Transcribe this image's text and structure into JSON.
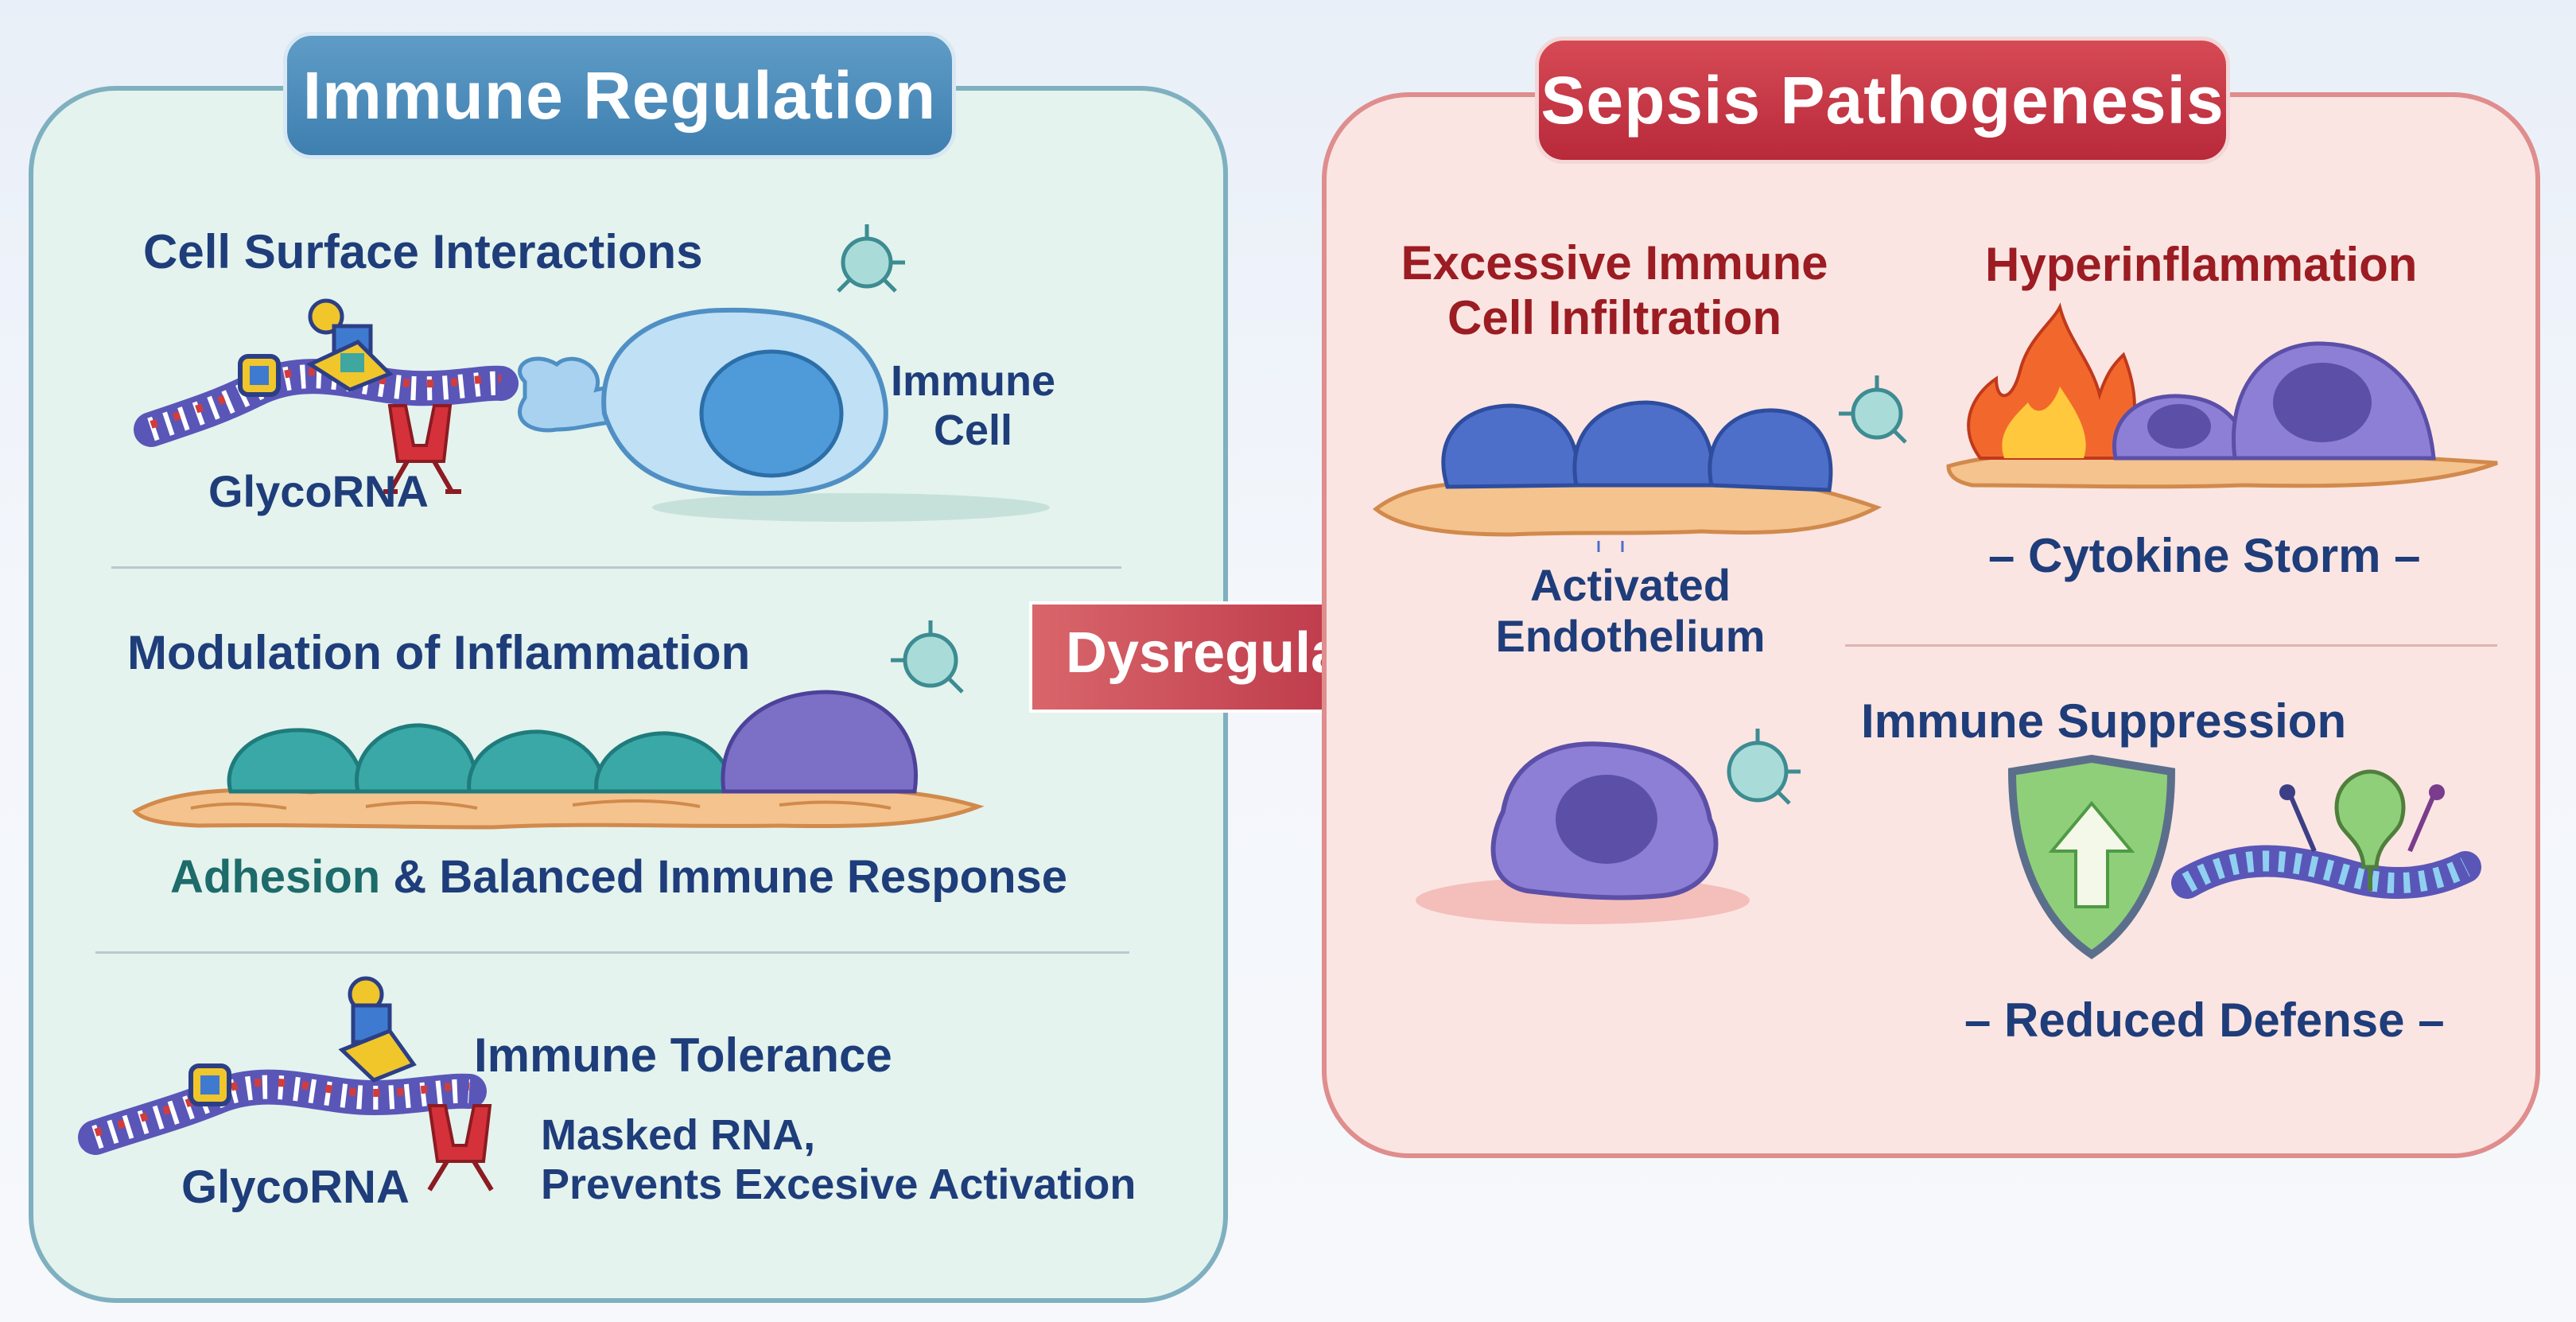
{
  "left_panel": {
    "title": "Immune Regulation",
    "cell_surface": {
      "heading": "Cell Surface Interactions",
      "glycorna_label": "GlycoRNA",
      "immune_cell_label_line1": "Immune",
      "immune_cell_label_line2": "Cell"
    },
    "modulation": {
      "heading": "Modulation of Inflammation",
      "caption_part1": "Adhesion",
      "caption_part2": "& Balanced Immune Response"
    },
    "tolerance": {
      "heading": "Immune Tolerance",
      "glycorna_label": "GlycoRNA",
      "caption_line1": "Masked RNA,",
      "caption_line2": "Prevents Excesive Activation"
    }
  },
  "center": {
    "arrow_label": "Dysregulation"
  },
  "right_panel": {
    "title": "Sepsis Pathogenesis",
    "infiltration": {
      "heading_line1": "Excessive Immune",
      "heading_line2": "Cell Infiltration",
      "caption_line1": "Activated",
      "caption_line2": "Endothelium"
    },
    "hyperinflammation": {
      "heading": "Hyperinflammation",
      "caption": "– Cytokine Storm –"
    },
    "suppression": {
      "heading": "Immune Suppression",
      "caption": "– Reduced Defense –"
    }
  },
  "colors": {
    "regulation_blue": "#3e7fb0",
    "sepsis_red": "#b8293a",
    "navy_text": "#1e3d7a",
    "teal_text": "#1d6b6a",
    "dark_red_text": "#9b1c22"
  }
}
